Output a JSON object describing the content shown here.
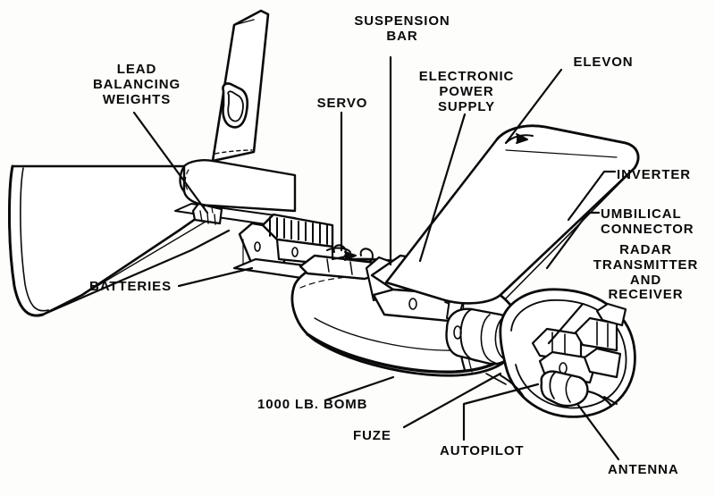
{
  "diagram": {
    "subject": "1000 LB. BOMB guided-weapon cutaway",
    "ink_color": "#0a0a0a",
    "paper_color": "#fdfdfb"
  },
  "callouts": [
    {
      "id": "lead-balancing-weights",
      "text": "LEAD\nBALANCING\nWEIGHTS"
    },
    {
      "id": "servo",
      "text": "SERVO"
    },
    {
      "id": "suspension-bar",
      "text": "SUSPENSION\nBAR"
    },
    {
      "id": "electronic-power-supply",
      "text": "ELECTRONIC\nPOWER\nSUPPLY"
    },
    {
      "id": "elevon",
      "text": "ELEVON"
    },
    {
      "id": "inverter",
      "text": "INVERTER"
    },
    {
      "id": "umbilical-connector",
      "text": "UMBILICAL\nCONNECTOR"
    },
    {
      "id": "radar-transmitter-and-receiver",
      "text": "RADAR\nTRANSMITTER\nAND\nRECEIVER"
    },
    {
      "id": "batteries",
      "text": "BATTERIES"
    },
    {
      "id": "bomb",
      "text": "1000 LB. BOMB"
    },
    {
      "id": "fuze",
      "text": "FUZE"
    },
    {
      "id": "autopilot",
      "text": "AUTOPILOT"
    },
    {
      "id": "antenna",
      "text": "ANTENNA"
    }
  ]
}
